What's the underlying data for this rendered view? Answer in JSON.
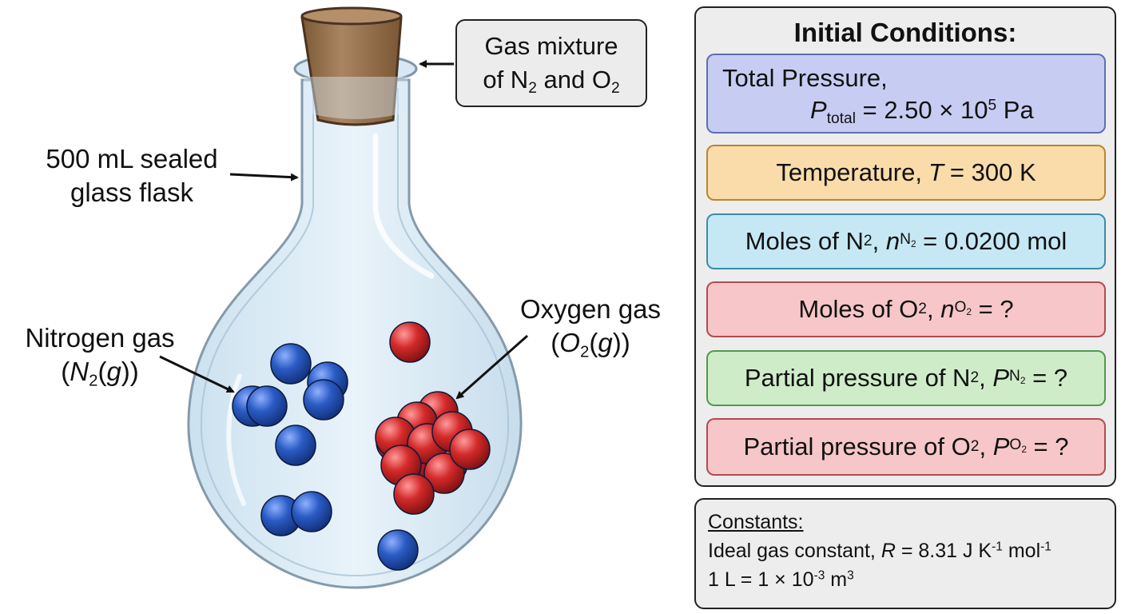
{
  "flask": {
    "label_flask_line1": "500 mL sealed",
    "label_flask_line2": "glass flask",
    "mixture_line1": "Gas mixture",
    "mixture_line2_prefix": "of N",
    "mixture_line2_mid": " and O",
    "nitrogen_line1": "Nitrogen gas",
    "nitrogen_line2_open": "(",
    "nitrogen_line2_N": "N",
    "nitrogen_line2_rest": "(",
    "nitrogen_line2_g": "g",
    "nitrogen_line2_close": "))",
    "oxygen_line1": "Oxygen gas",
    "oxygen_line2_open": "(",
    "oxygen_line2_O": "O",
    "oxygen_line2_rest": "(",
    "oxygen_line2_g": "g",
    "oxygen_line2_close": "))",
    "subscript_two": "2",
    "colors": {
      "nitrogen": "#2a5bc4",
      "oxygen": "#d42a2a",
      "cork": "#a07a55",
      "glass": "#dcecf7"
    }
  },
  "conditions": {
    "title": "Initial Conditions:",
    "total_pressure_line1": "Total Pressure,",
    "total_pressure_P": "P",
    "total_pressure_sub": "total",
    "total_pressure_value": " = 2.50 × 10",
    "total_pressure_exp": "5",
    "total_pressure_unit": " Pa",
    "temperature_prefix": "Temperature, ",
    "temperature_T": "T",
    "temperature_value": " = 300 K",
    "moles_n2_prefix": "Moles of N",
    "moles_n2_sub": "2",
    "moles_n2_sep": ", ",
    "moles_n2_n": "n",
    "moles_n2_nsub": "N",
    "moles_n2_nsub2": "2",
    "moles_n2_value": " = 0.0200 mol",
    "moles_o2_prefix": "Moles of O",
    "moles_o2_sub": "2",
    "moles_o2_sep": ", ",
    "moles_o2_n": "n",
    "moles_o2_nsub": "O",
    "moles_o2_nsub2": "2",
    "moles_o2_value": " = ?",
    "pp_n2_prefix": "Partial pressure of N",
    "pp_n2_sub": "2",
    "pp_n2_sep": ", ",
    "pp_n2_P": "P",
    "pp_n2_psub": "N",
    "pp_n2_psub2": "2",
    "pp_n2_value": " = ?",
    "pp_o2_prefix": "Partial pressure of O",
    "pp_o2_sub": "2",
    "pp_o2_sep": ", ",
    "pp_o2_P": "P",
    "pp_o2_psub": "O",
    "pp_o2_psub2": "2",
    "pp_o2_value": " = ?"
  },
  "constants": {
    "title": "Constants:",
    "gas_constant_prefix": "Ideal gas constant, ",
    "gas_constant_R": "R",
    "gas_constant_value": " = 8.31 J K",
    "gas_constant_exp1": "-1",
    "gas_constant_mid": " mol",
    "gas_constant_exp2": "-1",
    "litre_prefix": "1 L = 1 × 10",
    "litre_exp": "-3",
    "litre_unit": " m",
    "litre_unit_exp": "3"
  }
}
